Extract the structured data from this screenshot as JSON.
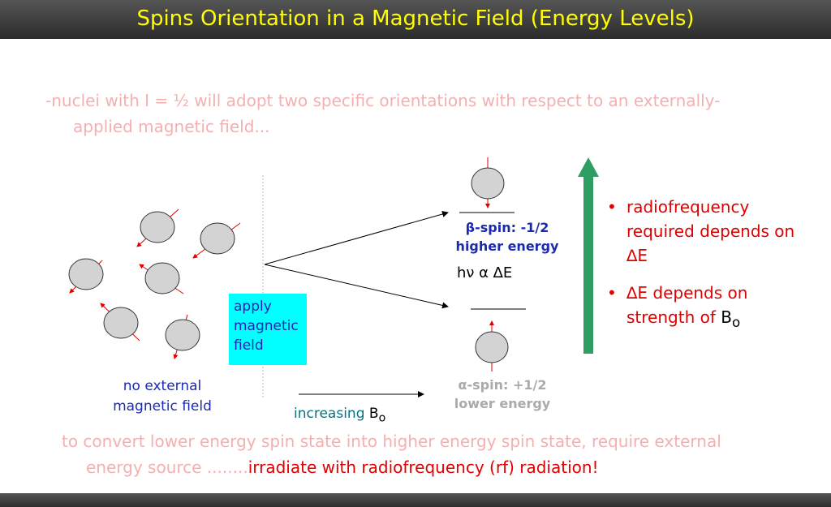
{
  "title": "Spins Orientation in a Magnetic Field (Energy Levels)",
  "intro": {
    "line1": "-nuclei with I = ½ will adopt two specific orientations with respect to an externally-",
    "line2": "applied magnetic field..."
  },
  "diagram": {
    "apply_box": {
      "line1": "apply",
      "line2": "magnetic",
      "line3": "field"
    },
    "no_external": {
      "line1": "no external",
      "line2": "magnetic field"
    },
    "increasing": {
      "label": "increasing",
      "field": "B",
      "sub": "o"
    },
    "beta": {
      "line1": "β-spin: -1/2",
      "line2": "higher energy"
    },
    "alpha": {
      "line1": "α-spin: +1/2",
      "line2": "lower energy"
    },
    "energy_relation": "hν  α  ∆E"
  },
  "bullets": {
    "item1": {
      "text": "radiofrequency required depends on ∆E"
    },
    "item2": {
      "text": "∆E depends on strength of ",
      "field": "B",
      "sub": "o"
    },
    "marker": "•"
  },
  "conclusion": {
    "line1": "to convert lower energy spin state into higher energy spin state, require external",
    "line2_pre": "energy source ........",
    "line2_highlight": "irradiate with radiofrequency (rf) radiation!"
  },
  "colors": {
    "title": "#ffff00",
    "faded_text": "#f4b0b0",
    "emphasis": "#e00000",
    "blue_text": "#1a2bb0",
    "apply_box": "#00ffff",
    "arrow_green": "#2e9e62",
    "nucleus_fill": "#d3d3d3"
  }
}
